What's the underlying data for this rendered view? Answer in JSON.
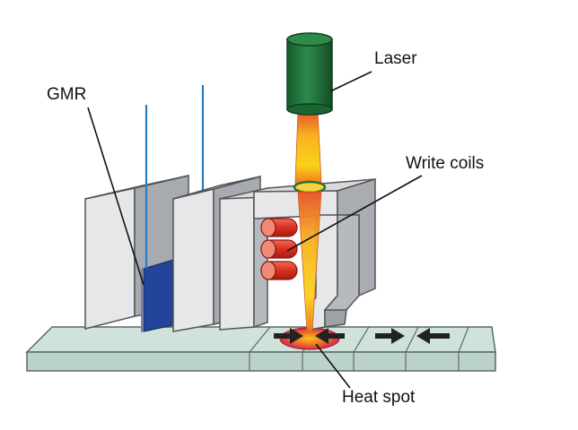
{
  "labels": {
    "gmr": "GMR",
    "laser": "Laser",
    "write_coils": "Write coils",
    "heat_spot": "Heat spot"
  },
  "colors": {
    "laser_body": "#1f6b3a",
    "gmr_sensor": "#24449a",
    "coil": "#e0362a",
    "pole": "#d4d6d9",
    "medium": "#c8dcd4",
    "heat": "#d8325a"
  },
  "icons": {
    "medium_arrows": [
      "right-arrow",
      "left-arrow",
      "right-arrow",
      "left-arrow"
    ]
  }
}
